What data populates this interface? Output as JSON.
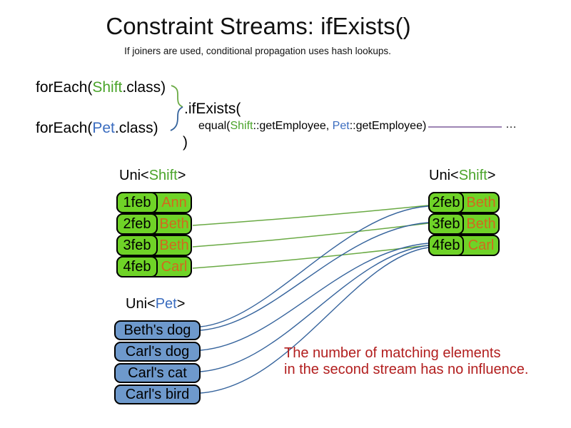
{
  "title": "Constraint Streams: ifExists()",
  "subtitle": "If joiners are used, conditional propagation uses hash lookups.",
  "code": {
    "foreach_shift": {
      "pre": "forEach(",
      "cls": "Shift",
      "post": ".class)"
    },
    "if_exists": ".ifExists(",
    "foreach_pet": {
      "pre": "forEach(",
      "cls": "Pet",
      "post": ".class)"
    },
    "equal": {
      "pre": "equal(",
      "shift": "Shift",
      "mid1": "::getEmployee, ",
      "pet": "Pet",
      "mid2": "::getEmployee)"
    },
    "ellipsis": "…",
    "close_paren": ")"
  },
  "left_table": {
    "label": {
      "pre": "Uni<",
      "cls": "Shift",
      "post": ">"
    },
    "rows": [
      {
        "date": "1feb",
        "name": "Ann"
      },
      {
        "date": "2feb",
        "name": "Beth"
      },
      {
        "date": "3feb",
        "name": "Beth"
      },
      {
        "date": "4feb",
        "name": "Carl"
      }
    ]
  },
  "right_table": {
    "label": {
      "pre": "Uni<",
      "cls": "Shift",
      "post": ">"
    },
    "rows": [
      {
        "date": "2feb",
        "name": "Beth"
      },
      {
        "date": "3feb",
        "name": "Beth"
      },
      {
        "date": "4feb",
        "name": "Carl"
      }
    ]
  },
  "pet_table": {
    "label": {
      "pre": "Uni<",
      "cls": "Pet",
      "post": ">"
    },
    "rows": [
      {
        "name": "Beth's dog"
      },
      {
        "name": "Carl's dog"
      },
      {
        "name": "Carl's cat"
      },
      {
        "name": "Carl's bird"
      }
    ]
  },
  "note": {
    "line1": "The number of matching elements",
    "line2": "in the second stream has no influence."
  },
  "colors": {
    "green_fill": "#6fd327",
    "green_text": "#4aa42a",
    "green_line": "#6aaa44",
    "blue_fill": "#6e99cc",
    "blue_text": "#3a6cbf",
    "blue_line": "#35639c",
    "orange_text": "#d2691e",
    "red_text": "#b21e1e",
    "purple_line": "#7d5d9b"
  }
}
